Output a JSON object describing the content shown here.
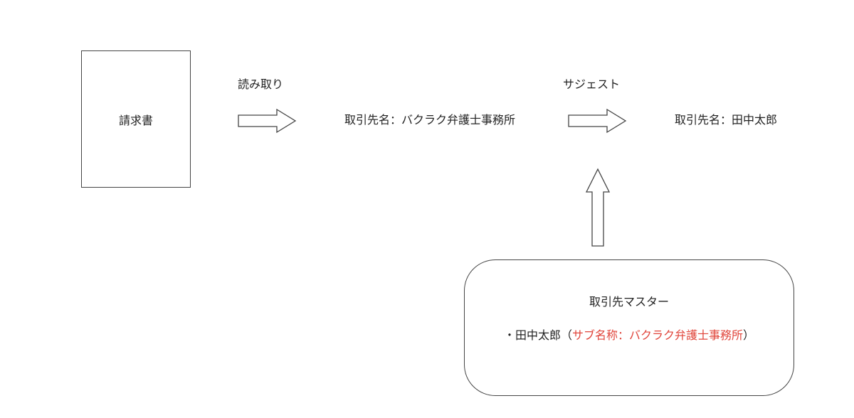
{
  "invoice": {
    "label": "請求書"
  },
  "steps": {
    "read_label": "読み取り",
    "suggest_label": "サジェスト"
  },
  "extracted": {
    "text": "取引先名：バクラク弁護士事務所"
  },
  "suggested": {
    "text": "取引先名：田中太郎"
  },
  "master": {
    "title": "取引先マスター",
    "item_prefix": "・田中太郎（",
    "item_highlight": "サブ名称：バクラク弁護士事務所",
    "item_suffix": "）",
    "highlight_color": "#e0443a"
  }
}
